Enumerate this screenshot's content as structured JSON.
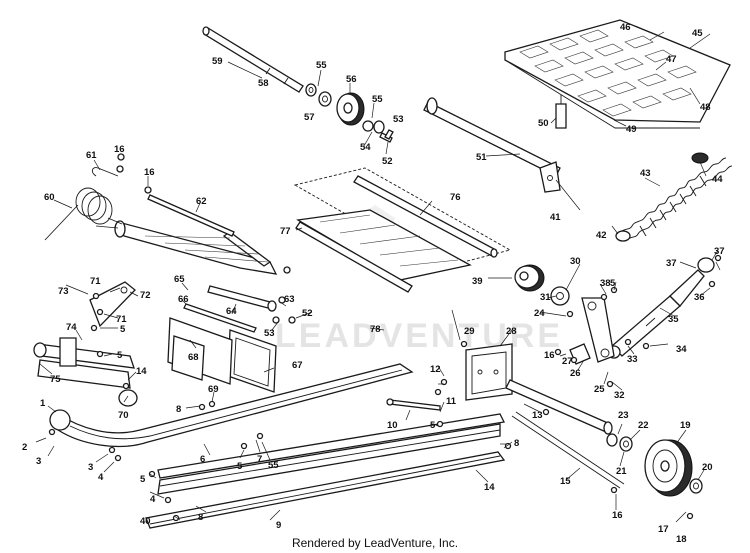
{
  "watermark": "LEADVENTURE",
  "footer": "Rendered by LeadVenture, Inc.",
  "callouts": [
    "1",
    "2",
    "3",
    "3",
    "4",
    "4",
    "5",
    "5",
    "5",
    "5",
    "5",
    "5",
    "6",
    "7",
    "8",
    "8",
    "8",
    "9",
    "10",
    "11",
    "12",
    "13",
    "14",
    "14",
    "15",
    "16",
    "16",
    "16",
    "16",
    "17",
    "18",
    "19",
    "20",
    "21",
    "22",
    "23",
    "24",
    "25",
    "26",
    "27",
    "28",
    "29",
    "30",
    "31",
    "32",
    "33",
    "34",
    "35",
    "36",
    "37",
    "37",
    "38",
    "39",
    "40",
    "41",
    "42",
    "43",
    "44",
    "45",
    "46",
    "47",
    "48",
    "49",
    "50",
    "51",
    "52",
    "52",
    "53",
    "53",
    "54",
    "55",
    "55",
    "55",
    "56",
    "57",
    "58",
    "59",
    "60",
    "61",
    "62",
    "63",
    "64",
    "65",
    "66",
    "67",
    "68",
    "69",
    "70",
    "71",
    "71",
    "72",
    "73",
    "74",
    "75",
    "76",
    "77",
    "78"
  ]
}
